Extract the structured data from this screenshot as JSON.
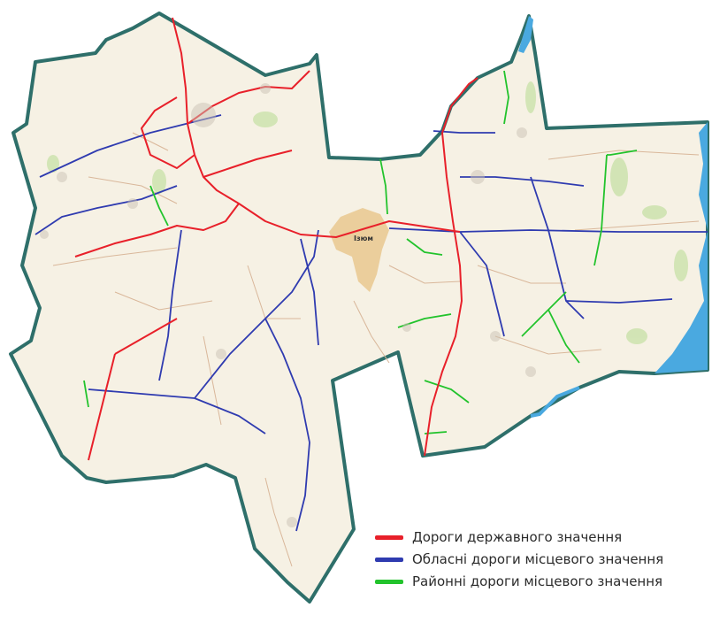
{
  "map": {
    "city_label": "Ізюм",
    "colors": {
      "background": "#ffffff",
      "territory": "#f6f1e4",
      "border": "#2e6f6a",
      "water": "#4aa9e0",
      "forest": "#cfe3b0",
      "urban": "#e9c88f",
      "minor_road": "#d9b79a"
    }
  },
  "legend": {
    "items": [
      {
        "label": "Дороги державного значення",
        "color": "#e8202a",
        "icon": "red-line"
      },
      {
        "label": "Обласні дороги місцевого значення",
        "color": "#2f3bb0",
        "icon": "blue-line"
      },
      {
        "label": "Районні дороги місцевого значення",
        "color": "#22c32c",
        "icon": "green-line"
      }
    ]
  }
}
